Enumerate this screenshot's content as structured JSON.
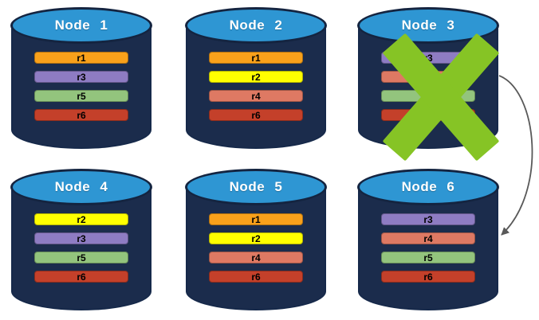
{
  "diagram": {
    "background_color": "#FFFFFF",
    "cylinder_style": {
      "top_color": "#2E96D3",
      "body_color": "#1B2C4C",
      "outline_color": "#142440",
      "title_color": "#FFFFFF"
    },
    "nodes": [
      {
        "label": "Node 1",
        "failed": false,
        "replicas": [
          {
            "label": "r1",
            "color": "#F9A11B"
          },
          {
            "label": "r3",
            "color": "#8E7CC3"
          },
          {
            "label": "r5",
            "color": "#93C47D"
          },
          {
            "label": "r6",
            "color": "#C4402A"
          }
        ]
      },
      {
        "label": "Node 2",
        "failed": false,
        "replicas": [
          {
            "label": "r1",
            "color": "#F9A11B"
          },
          {
            "label": "r2",
            "color": "#FFFF00"
          },
          {
            "label": "r4",
            "color": "#DE7963"
          },
          {
            "label": "r6",
            "color": "#C4402A"
          }
        ]
      },
      {
        "label": "Node 3",
        "failed": true,
        "replicas": [
          {
            "label": "r3",
            "color": "#8E7CC3"
          },
          {
            "label": "r4",
            "color": "#DE7963"
          },
          {
            "label": "r5",
            "color": "#93C47D"
          },
          {
            "label": "r6",
            "color": "#C4402A"
          }
        ]
      },
      {
        "label": "Node 4",
        "failed": false,
        "replicas": [
          {
            "label": "r2",
            "color": "#FFFF00"
          },
          {
            "label": "r3",
            "color": "#8E7CC3"
          },
          {
            "label": "r5",
            "color": "#93C47D"
          },
          {
            "label": "r6",
            "color": "#C4402A"
          }
        ]
      },
      {
        "label": "Node 5",
        "failed": false,
        "replicas": [
          {
            "label": "r1",
            "color": "#F9A11B"
          },
          {
            "label": "r2",
            "color": "#FFFF00"
          },
          {
            "label": "r4",
            "color": "#DE7963"
          },
          {
            "label": "r6",
            "color": "#C4402A"
          }
        ]
      },
      {
        "label": "Node 6",
        "failed": false,
        "replicas": [
          {
            "label": "r3",
            "color": "#8E7CC3"
          },
          {
            "label": "r4",
            "color": "#DE7963"
          },
          {
            "label": "r5",
            "color": "#93C47D"
          },
          {
            "label": "r6",
            "color": "#C4402A"
          }
        ]
      }
    ],
    "failure_mark": {
      "on_node": "Node 3",
      "color": "#86C425"
    },
    "arrow": {
      "from_node": "Node 3",
      "to_node": "Node 6",
      "color": "#595959"
    }
  }
}
